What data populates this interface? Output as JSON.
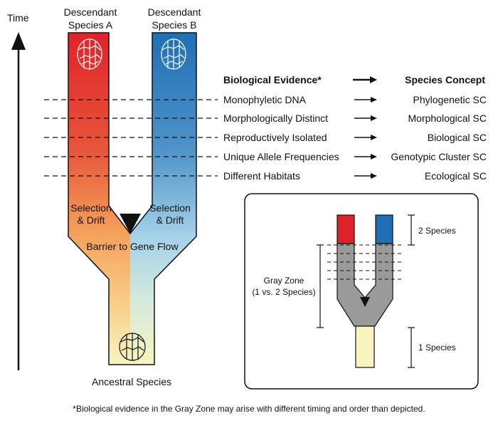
{
  "time_label": "Time",
  "species_a": [
    "Descendant",
    "Species A"
  ],
  "species_b": [
    "Descendant",
    "Species B"
  ],
  "evidence_header": "Biological Evidence*",
  "concept_header": "Species Concept",
  "rows": [
    {
      "evidence": "Monophyletic DNA",
      "concept": "Phylogenetic SC"
    },
    {
      "evidence": "Morphologically Distinct",
      "concept": "Morphological SC"
    },
    {
      "evidence": "Reproductively Isolated",
      "concept": "Biological SC"
    },
    {
      "evidence": "Unique Allele Frequencies",
      "concept": "Genotypic Cluster SC"
    },
    {
      "evidence": "Different Habitats",
      "concept": "Ecological SC"
    }
  ],
  "selection_left": [
    "Selection",
    "& Drift"
  ],
  "selection_right": [
    "Selection",
    "& Drift"
  ],
  "barrier_label": "Barrier to Gene Flow",
  "ancestral_label": "Ancestral Species",
  "inset": {
    "two_species": "2 Species",
    "gray_zone": [
      "Gray Zone",
      "(1 vs. 2 Species)"
    ],
    "one_species": "1 Species"
  },
  "footnote": "*Biological evidence in the Gray Zone may arise with different timing and order than depicted.",
  "colors": {
    "species_a": "#e0232b",
    "species_b": "#1f6fb5",
    "orange": "#f4a05a",
    "light_blue": "#a7d2ea",
    "ancestral": "#f8f4c0",
    "gray_zone": "#9a9a9a"
  }
}
